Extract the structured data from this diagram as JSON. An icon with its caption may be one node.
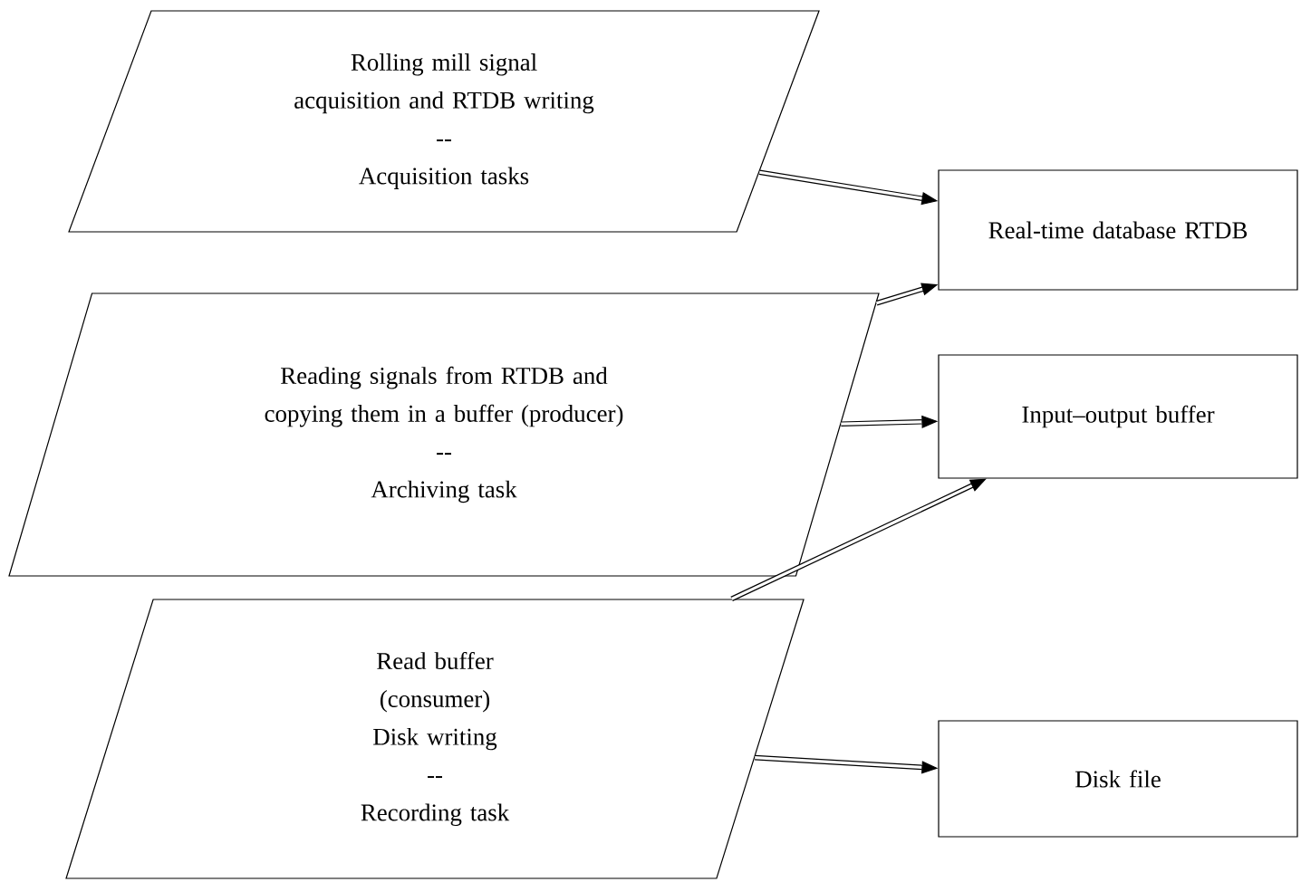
{
  "diagram": {
    "nodes": [
      {
        "text": [
          "Rolling mill signal acquisition and RTDB writing",
          "--",
          "Acquisition tasks"
        ]
      },
      {
        "text": [
          "Reading signals from RTDB and copying them in a buffer (producer)",
          "--",
          "Archiving task"
        ]
      },
      {
        "text": [
          "Read buffer (consumer)",
          "Disk writing",
          "--",
          "Recording task"
        ]
      },
      {
        "text": [
          "Real-time database RTDB"
        ]
      },
      {
        "text": [
          "Input–output buffer"
        ]
      },
      {
        "text": [
          "Disk file"
        ]
      }
    ],
    "edges": [
      {
        "from": 0,
        "to": 3,
        "arrow": "to"
      },
      {
        "from": 1,
        "to": 3,
        "arrow": "to"
      },
      {
        "from": 1,
        "to": 4,
        "arrow": "to"
      },
      {
        "from": 2,
        "to": 4,
        "arrow": "to"
      },
      {
        "from": 2,
        "to": 5,
        "arrow": "to"
      }
    ]
  }
}
